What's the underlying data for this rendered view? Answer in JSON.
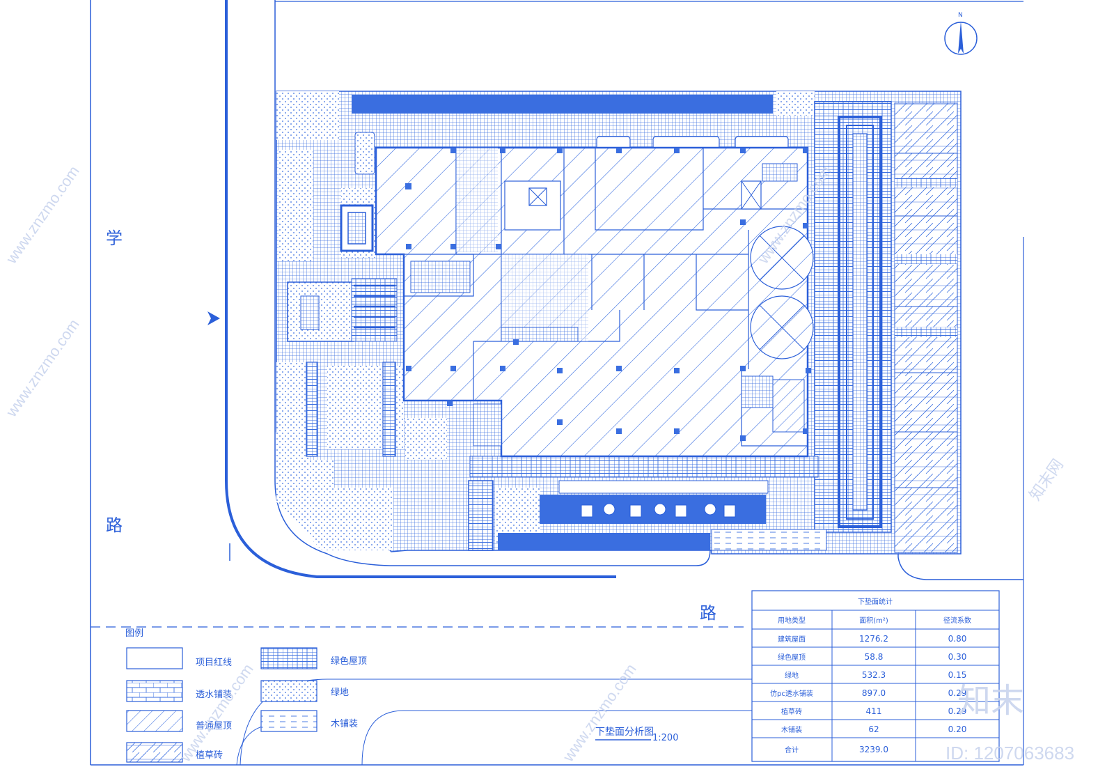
{
  "plan": {
    "title": "下垫面分析图",
    "scale": "1:200"
  },
  "roads": {
    "left_char_1": "学",
    "left_char_2": "路",
    "bottom_char": "路"
  },
  "compass": {
    "north_label": "N"
  },
  "legend": {
    "title": "图例",
    "items": [
      {
        "pattern": "none",
        "label": "项目红线"
      },
      {
        "pattern": "grid",
        "label": "绿色屋顶"
      },
      {
        "pattern": "brick",
        "label": "透水铺装"
      },
      {
        "pattern": "dots",
        "label": "绿地"
      },
      {
        "pattern": "diagonal",
        "label": "普通屋顶"
      },
      {
        "pattern": "dashes",
        "label": "木铺装"
      },
      {
        "pattern": "grass-brick",
        "label": "植草砖"
      }
    ]
  },
  "stats": {
    "title": "下垫面统计",
    "headers": [
      "用地类型",
      "面积(m²)",
      "径流系数"
    ],
    "rows": [
      [
        "建筑屋面",
        "1276.2",
        "0.80"
      ],
      [
        "绿色屋顶",
        "58.8",
        "0.30"
      ],
      [
        "绿地",
        "532.3",
        "0.15"
      ],
      [
        "仿pc透水铺装",
        "897.0",
        "0.29"
      ],
      [
        "植草砖",
        "411",
        "0.29"
      ],
      [
        "木铺装",
        "62",
        "0.20"
      ],
      [
        "合计",
        "3239.0",
        ""
      ]
    ]
  },
  "watermark": {
    "brand": "知末",
    "id_label": "ID: 1207063683",
    "url": "www.znzmo.com",
    "site": "知末网"
  },
  "colors": {
    "line": "#2b5fd9",
    "fill": "#3a6ee0",
    "watermark": "#c9d4ee"
  }
}
